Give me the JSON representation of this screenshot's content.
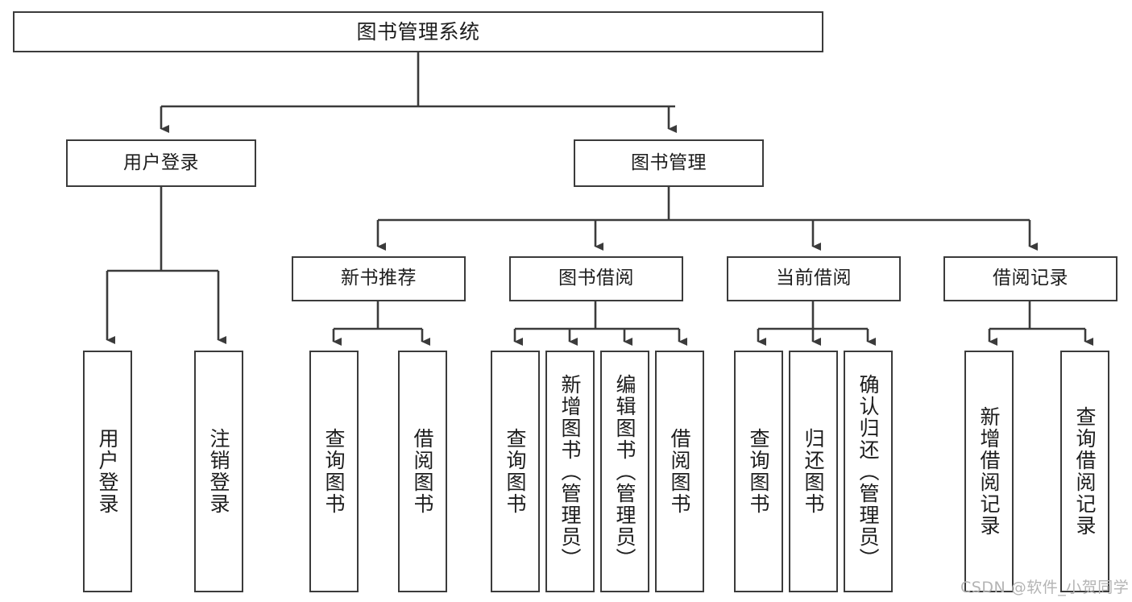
{
  "diagram": {
    "title": "图书管理系统",
    "type": "hierarchy-tree",
    "background_color": "#ffffff",
    "box_border_color": "#3b3b3b",
    "text_color": "#1d1d1d"
  },
  "nodes": {
    "root": {
      "label": "图书管理系统"
    },
    "level2": [
      {
        "id": "user-login",
        "label": "用户登录"
      },
      {
        "id": "book-manage",
        "label": "图书管理"
      }
    ],
    "level3": [
      {
        "id": "new-book-recommend",
        "label": "新书推荐"
      },
      {
        "id": "book-borrow",
        "label": "图书借阅"
      },
      {
        "id": "current-borrow",
        "label": "当前借阅"
      },
      {
        "id": "borrow-record",
        "label": "借阅记录"
      }
    ],
    "leaves": {
      "user-login": [
        {
          "id": "leaf-user-login",
          "label": "用户登录"
        },
        {
          "id": "leaf-logout",
          "label": "注销登录"
        }
      ],
      "new-book-recommend": [
        {
          "id": "leaf-query-book-1",
          "label": "查询图书"
        },
        {
          "id": "leaf-borrow-book-1",
          "label": "借阅图书"
        }
      ],
      "book-borrow": [
        {
          "id": "leaf-query-book-2",
          "label": "查询图书"
        },
        {
          "id": "leaf-add-book",
          "label": "新增图书（管理员）"
        },
        {
          "id": "leaf-edit-book",
          "label": "编辑图书（管理员）"
        },
        {
          "id": "leaf-borrow-book-2",
          "label": "借阅图书"
        }
      ],
      "current-borrow": [
        {
          "id": "leaf-query-book-3",
          "label": "查询图书"
        },
        {
          "id": "leaf-return-book",
          "label": "归还图书"
        },
        {
          "id": "leaf-confirm-return",
          "label": "确认归还（管理员）"
        }
      ],
      "borrow-record": [
        {
          "id": "leaf-add-record",
          "label": "新增借阅记录"
        },
        {
          "id": "leaf-query-record",
          "label": "查询借阅记录"
        }
      ]
    }
  },
  "watermark": {
    "text": "CSDN @软件_小贺同学",
    "color": "#b4b4b4"
  }
}
